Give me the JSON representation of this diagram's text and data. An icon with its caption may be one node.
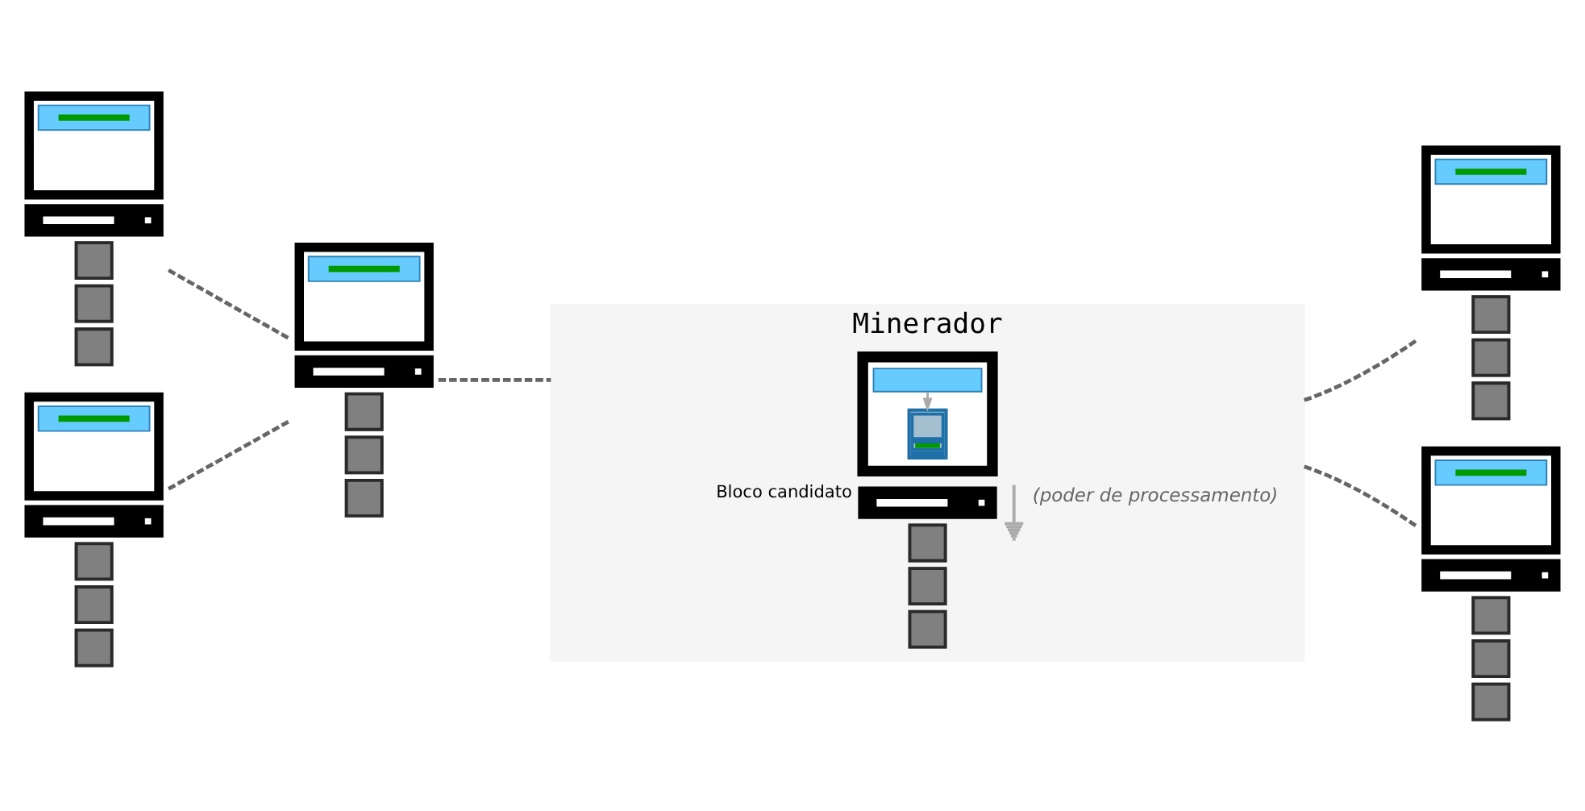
{
  "diagram": {
    "nodes": [
      {
        "text": [],
        "shape": "picture"
      },
      {
        "text": [],
        "shape": "picture"
      },
      {
        "text": [],
        "shape": "picture"
      },
      {
        "text": [
          "Minerador"
        ],
        "beside": [
          "(poder de processamento)"
        ]
      },
      {
        "text": [],
        "shape": "box",
        "in": 3
      },
      {
        "text": [],
        "shape": "bar",
        "in": 4
      },
      {
        "text": [],
        "shape": "box",
        "in": 4,
        "beside": [
          "Bloco candidato"
        ]
      },
      {
        "text": [],
        "shape": "picture"
      },
      {
        "text": [],
        "shape": "picture"
      }
    ],
    "edges": [
      {
        "from": 0,
        "to": 2,
        "arrow": "none",
        "style": "dashed"
      },
      {
        "from": 7,
        "to": 2,
        "arrow": "none",
        "style": "dashed"
      },
      {
        "from": 2,
        "to": 3,
        "arrow": "none",
        "style": "dashed"
      },
      {
        "from": 3,
        "to": 1,
        "arrow": "none",
        "style": "dashed"
      },
      {
        "from": 3,
        "to": 8,
        "arrow": "none",
        "style": "dashed"
      },
      {
        "from": 5,
        "to": 6,
        "arrow": "to",
        "color": "#aaaaaa"
      }
    ]
  }
}
